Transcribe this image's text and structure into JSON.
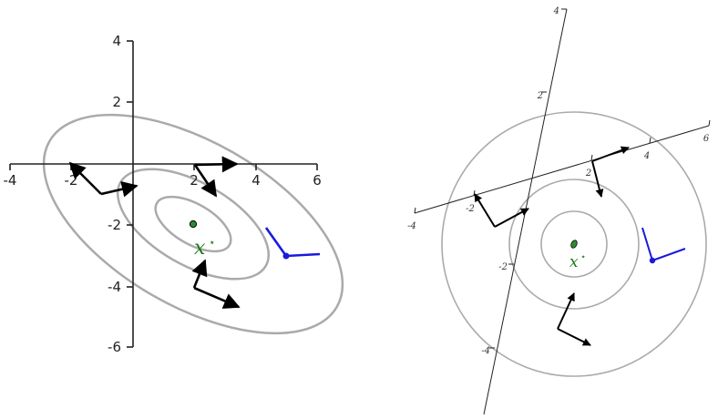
{
  "left_panel": {
    "x_ticks": [
      "-4",
      "-2",
      "2",
      "4",
      "6"
    ],
    "y_ticks": [
      "4",
      "2",
      "-2",
      "-4",
      "-6"
    ],
    "optimum_symbol": "x",
    "optimum_superscript": "⋆"
  },
  "right_panel": {
    "u_ticks": [
      "-4",
      "-2",
      "2",
      "4",
      "6"
    ],
    "v_ticks": [
      "4",
      "2",
      "-2",
      "-4"
    ],
    "optimum_symbol": "x",
    "optimum_superscript": "⋆"
  },
  "colors": {
    "contour": "#aaaaaa",
    "axis": "#222222",
    "arrow": "#000000",
    "highlight_arrow": "#1a1adb",
    "optimum": "#1f7a1f"
  }
}
